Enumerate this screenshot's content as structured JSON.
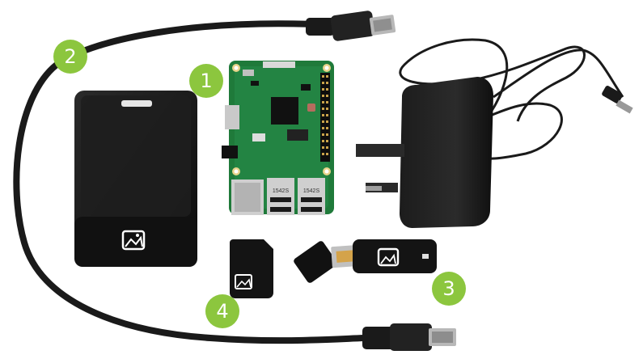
{
  "badges": [
    {
      "label": "1",
      "item": "raspberry-pi-board"
    },
    {
      "label": "2",
      "item": "hdmi-cable"
    },
    {
      "label": "3",
      "item": "wifi-usb-dongle"
    },
    {
      "label": "4",
      "item": "micro-sd-card"
    }
  ],
  "colors": {
    "badge": "#8cc63e",
    "pcb": "#1f7a3a",
    "pcb_dark": "#125c2a",
    "black_plastic": "#141414",
    "cable": "#1a1a1a",
    "metal": "#bdbdbd",
    "gold": "#c9a34a",
    "logo_white": "#ffffff"
  },
  "icons": {
    "case": "picture-logo-icon",
    "sd_card": "picture-logo-icon",
    "dongle": "picture-logo-icon"
  },
  "labels": {
    "usb_port_text": "1542S"
  }
}
